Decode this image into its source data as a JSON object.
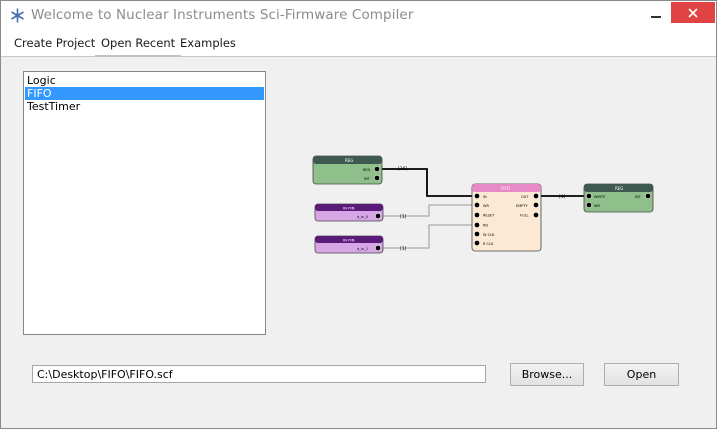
{
  "window": {
    "title": "Welcome to Nuclear Instruments  Sci-Firmware Compiler",
    "close_color": "#e04343"
  },
  "tabs": [
    {
      "label": "Create Project",
      "active": false
    },
    {
      "label": "Open Recent",
      "active": true
    },
    {
      "label": "Examples",
      "active": false
    }
  ],
  "recent_projects": {
    "items": [
      "Logic",
      "FIFO",
      "TestTimer"
    ],
    "selected": "FIFO"
  },
  "preview": {
    "reg_top": {
      "title": "REG",
      "ports": [
        "REG",
        "INT"
      ],
      "header_color": "#3e5a50",
      "body_color": "#8fc08b"
    },
    "in_pin_1": {
      "title": "IN PIN",
      "label": "a_in_0",
      "header_color": "#5a1a78",
      "body_color": "#d7a6e6"
    },
    "in_pin_2": {
      "title": "IN PIN",
      "label": "a_in_1",
      "header_color": "#5a1a78",
      "body_color": "#d7a6e6"
    },
    "fifo": {
      "title": "FIFO",
      "inputs": [
        "IN",
        "WR",
        "RESET",
        "RD",
        "W CLK",
        "R CLK"
      ],
      "outputs": [
        "OUT",
        "EMPTY",
        "FULL"
      ],
      "header_color": "#e889c8",
      "body_color": "#fce9d3"
    },
    "reg_out": {
      "title": "REG",
      "ports": [
        "WRITE",
        "WR",
        "INT"
      ],
      "header_color": "#3e5a50",
      "body_color": "#8fc08b"
    },
    "wire_labels": {
      "reg_to_fifo": "[16]",
      "pin1_to_wr": "[1]",
      "pin2_to_rd": "[1]",
      "fifo_to_reg": "[4]"
    }
  },
  "path_field": {
    "value": "C:\\Desktop\\FIFO\\FIFO.scf"
  },
  "buttons": {
    "browse": "Browse...",
    "open": "Open"
  }
}
